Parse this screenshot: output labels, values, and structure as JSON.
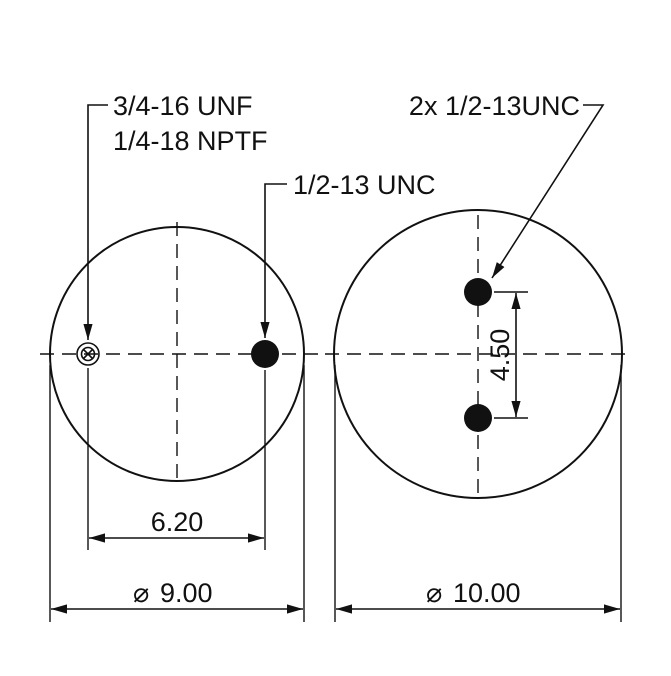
{
  "labels": {
    "port_thread_1": "3/4-16 UNF",
    "port_thread_2": "1/4-18 NPTF",
    "stud_thread": "1/2-13 UNC",
    "bottom_studs": "2x 1/2-13UNC"
  },
  "dimensions": {
    "hole_spacing": "6.20",
    "top_diameter": "9.00",
    "bottom_diameter": "10.00",
    "stud_spacing": "4.50",
    "diameter_symbol": "⌀"
  },
  "colors": {
    "ink": "#111111",
    "background": "#ffffff"
  }
}
